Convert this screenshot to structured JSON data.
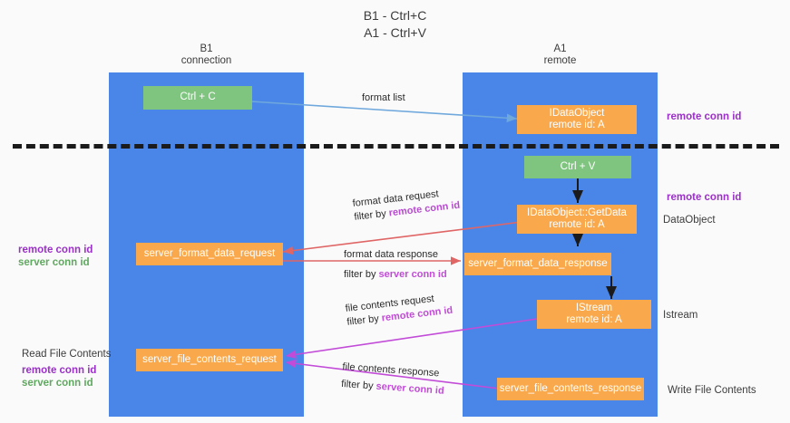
{
  "title": {
    "line1": "B1 - Ctrl+C",
    "line2": "A1 - Ctrl+V"
  },
  "columns": [
    {
      "name": "B1",
      "role": "connection"
    },
    {
      "name": "A1",
      "role": "remote"
    }
  ],
  "boxes": {
    "ctrl_c": "Ctrl + C",
    "ctrl_v": "Ctrl + V",
    "idataobject_title": "IDataObject",
    "idataobject_sub": "remote id: A",
    "getdata_title": "IDataObject::GetData",
    "getdata_sub": "remote id: A",
    "istream_title": "IStream",
    "istream_sub": "remote id: A",
    "server_format_data_request": "server_format_data_request",
    "server_format_data_response": "server_format_data_response",
    "server_file_contents_request": "server_file_contents_request",
    "server_file_contents_response": "server_file_contents_response"
  },
  "side_labels": {
    "remote_conn_id_top": "remote conn id",
    "remote_conn_id_mid": "remote conn id",
    "dataobject": "DataObject",
    "istream": "Istream",
    "write_file_contents": "Write File Contents",
    "read_file_contents": "Read File Contents",
    "left_remote_conn_id_1": "remote conn id",
    "left_server_conn_id_1": "server conn id",
    "left_remote_conn_id_2": "remote conn id",
    "left_server_conn_id_2": "server conn id"
  },
  "arrow_labels": {
    "format_list": "format list",
    "format_data_request": "format data request",
    "format_data_request_filter_pre": "filter by ",
    "format_data_request_filter_hl": "remote conn id",
    "format_data_response": "format data response",
    "format_data_response_filter_pre": "filter by ",
    "format_data_response_filter_hl": "server conn id",
    "file_contents_request": "file contents request",
    "file_contents_request_filter_pre": "filter by ",
    "file_contents_request_filter_hl": "remote conn id",
    "file_contents_response": "file contents response",
    "file_contents_response_filter_pre": "filter by ",
    "file_contents_response_filter_hl": "server conn id"
  },
  "colors": {
    "column": "#4a86e8",
    "box_orange": "#f9a94b",
    "box_green": "#7fc47f",
    "accent_purple": "#9b30c8",
    "accent_green": "#5fa85f",
    "arrow_blue": "#6fa8dc",
    "arrow_red": "#e06666",
    "arrow_magenta": "#c24bd8",
    "arrow_black": "#1b1b1b"
  }
}
